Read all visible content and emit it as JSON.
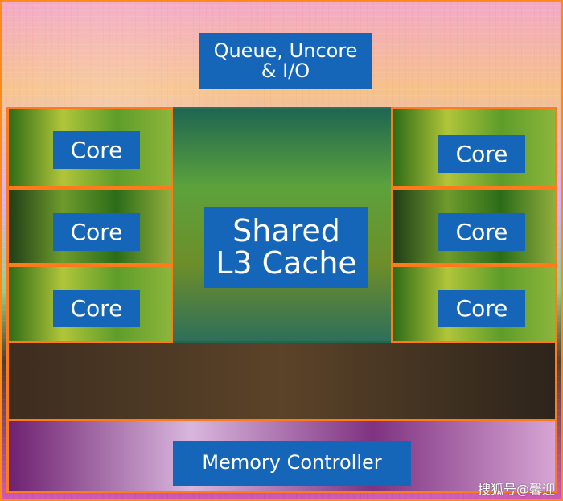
{
  "labels": {
    "top": "Queue, Uncore\n& I/O",
    "cores": [
      "Core",
      "Core",
      "Core",
      "Core",
      "Core",
      "Core"
    ],
    "center": "Shared\nL3 Cache",
    "bottom": "Memory Controller"
  },
  "watermark": "搜狐号@馨迎"
}
